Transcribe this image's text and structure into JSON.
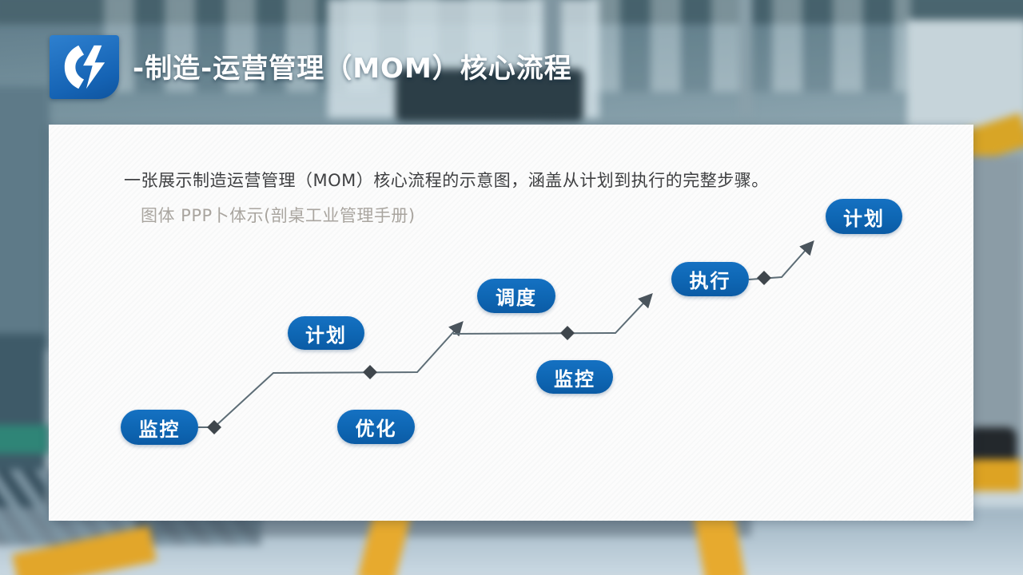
{
  "slide": {
    "header": {
      "logo_icon": "blue-square-bolt-logo",
      "title": "-制造-运营管理（MOM）核心流程"
    },
    "content": {
      "description_line1": "一张展示制造运营管理（MOM）核心流程的示意图，涵盖从计划到执行的完整步骤。",
      "description_line2": "图体 PPP卜体示(剖桌工业管理手册)"
    },
    "diagram": {
      "type": "staircase-flow",
      "nodes": [
        {
          "id": "monitor-1",
          "label": "监控"
        },
        {
          "id": "plan-1",
          "label": "计划"
        },
        {
          "id": "optimize",
          "label": "优化"
        },
        {
          "id": "schedule",
          "label": "调度"
        },
        {
          "id": "monitor-2",
          "label": "监控"
        },
        {
          "id": "execute",
          "label": "执行"
        },
        {
          "id": "plan-2",
          "label": "计划"
        }
      ],
      "flow_order": [
        "监控",
        "计划",
        "优化",
        "调度",
        "监控",
        "执行",
        "计划"
      ],
      "colors": {
        "node_fill": "#0e66b3",
        "node_text": "#ffffff",
        "connector": "#5d6d76",
        "marker": "#3f464c"
      }
    }
  }
}
